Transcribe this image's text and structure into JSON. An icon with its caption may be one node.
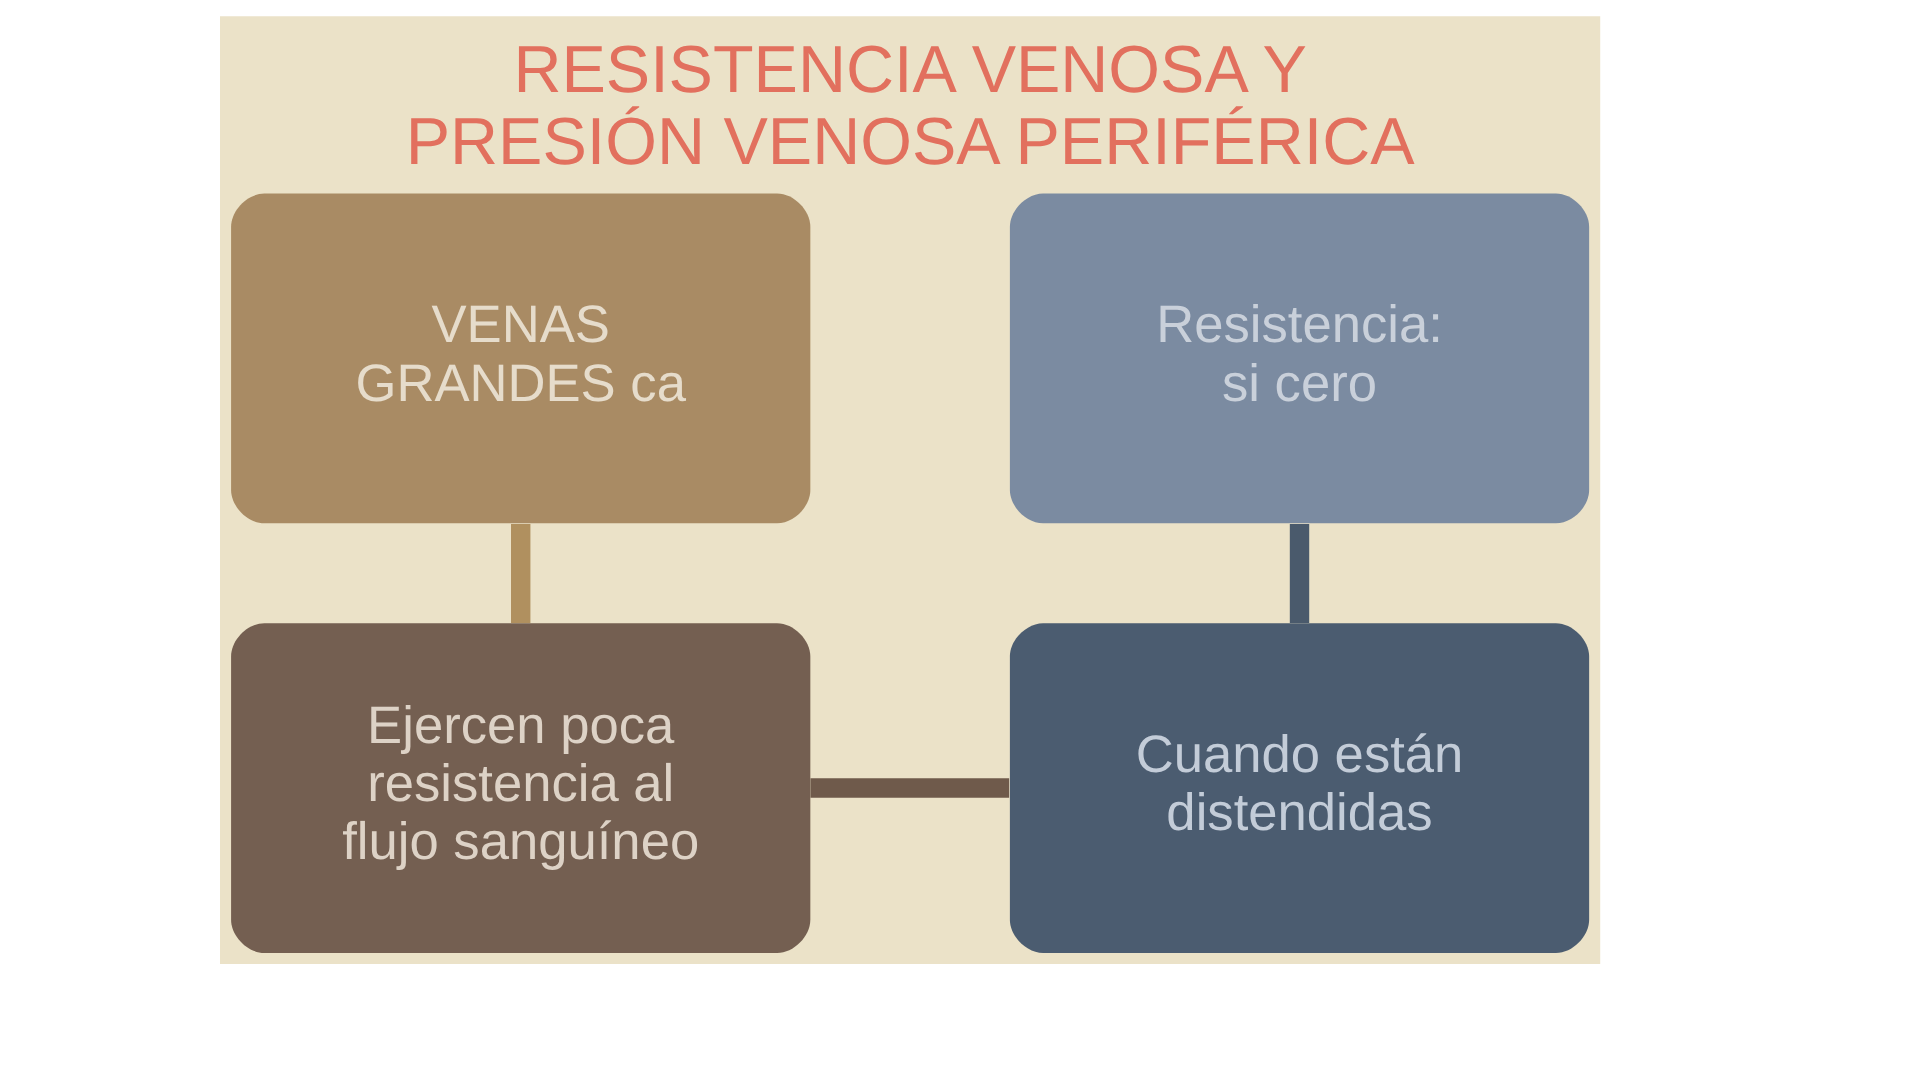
{
  "diagram": {
    "title": "RESISTENCIA VENOSA Y PRESIÓN VENOSA PERIFÉRICA",
    "nodes": [
      {
        "text": [
          "VENAS GRANDES ca"
        ]
      },
      {
        "text": [
          "Resistencia: si cero"
        ]
      },
      {
        "text": [
          "Ejercen poca resistencia al flujo sanguíneo"
        ]
      },
      {
        "text": [
          "Cuando están distendidas"
        ]
      }
    ],
    "edges": [
      {
        "from": 0,
        "to": 2,
        "arrow": "none",
        "color": "#b0905f"
      },
      {
        "from": 2,
        "to": 3,
        "arrow": "none",
        "color": "#6f5a4b"
      },
      {
        "from": 3,
        "to": 1,
        "arrow": "none",
        "color": "#4a5a6c"
      }
    ]
  }
}
